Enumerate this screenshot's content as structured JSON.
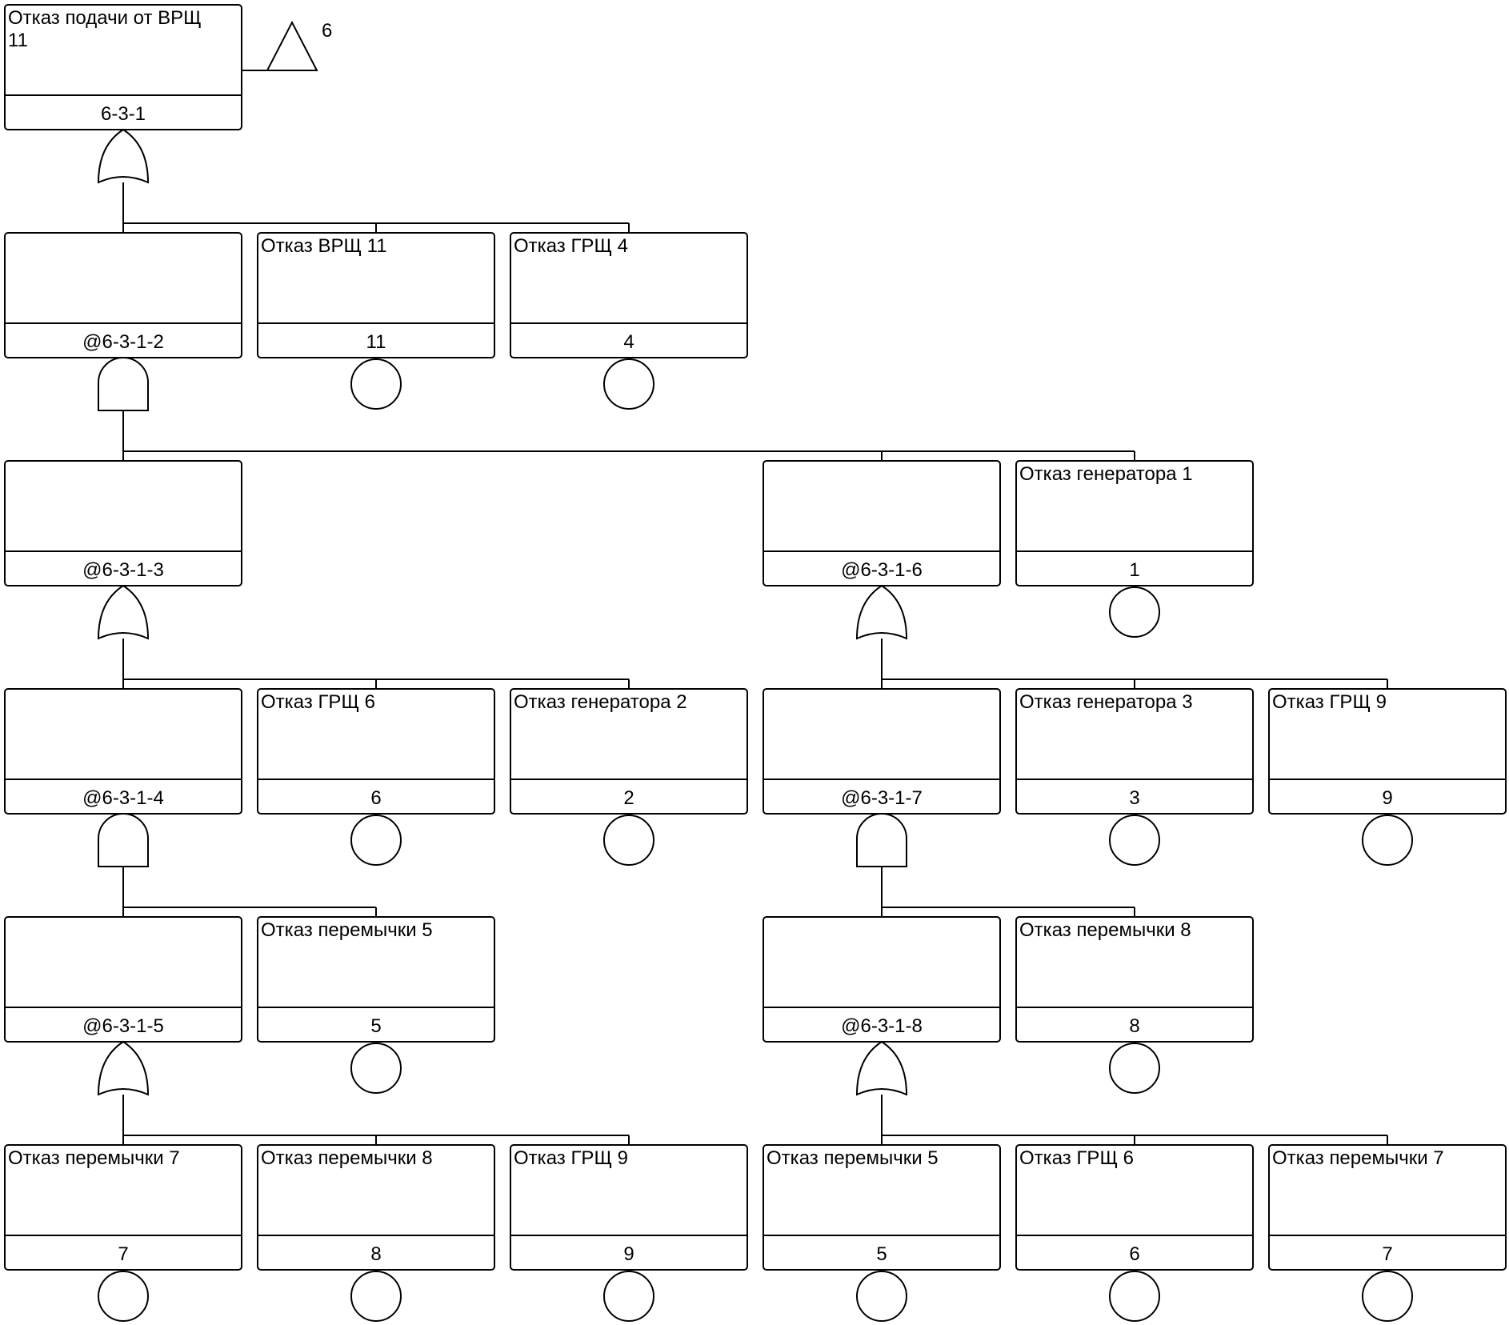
{
  "events": {
    "top": {
      "description": [
        "Отказ подачи от ВРЩ",
        "11"
      ],
      "id": "6-3-1",
      "transfer": "6"
    },
    "g2": {
      "description": [],
      "id": "@6-3-1-2"
    },
    "e11a": {
      "description": [
        "Отказ ВРЩ 11"
      ],
      "id": "11"
    },
    "e4": {
      "description": [
        "Отказ ГРЩ 4"
      ],
      "id": "4"
    },
    "g3": {
      "description": [],
      "id": "@6-3-1-3"
    },
    "g6": {
      "description": [],
      "id": "@6-3-1-6"
    },
    "e1": {
      "description": [
        "Отказ генератора 1"
      ],
      "id": "1"
    },
    "g4": {
      "description": [],
      "id": "@6-3-1-4"
    },
    "e6a": {
      "description": [
        "Отказ ГРЩ 6"
      ],
      "id": "6"
    },
    "e2": {
      "description": [
        "Отказ генератора 2"
      ],
      "id": "2"
    },
    "g7": {
      "description": [],
      "id": "@6-3-1-7"
    },
    "e3": {
      "description": [
        "Отказ генератора 3"
      ],
      "id": "3"
    },
    "e9a": {
      "description": [
        "Отказ ГРЩ 9"
      ],
      "id": "9"
    },
    "g5": {
      "description": [],
      "id": "@6-3-1-5"
    },
    "e5a": {
      "description": [
        "Отказ перемычки 5"
      ],
      "id": "5"
    },
    "g8": {
      "description": [],
      "id": "@6-3-1-8"
    },
    "e8a": {
      "description": [
        "Отказ перемычки 8"
      ],
      "id": "8"
    },
    "e7a": {
      "description": [
        "Отказ перемычки 7"
      ],
      "id": "7"
    },
    "e8b": {
      "description": [
        "Отказ перемычки 8"
      ],
      "id": "8"
    },
    "e9b": {
      "description": [
        "Отказ ГРЩ 9"
      ],
      "id": "9"
    },
    "e5b": {
      "description": [
        "Отказ перемычки 5"
      ],
      "id": "5"
    },
    "e6b": {
      "description": [
        "Отказ ГРЩ 6"
      ],
      "id": "6"
    },
    "e7b": {
      "description": [
        "Отказ перемычки 7"
      ],
      "id": "7"
    }
  },
  "gates": {
    "top": "OR",
    "g2": "AND",
    "g3": "OR",
    "g6": "OR",
    "g4": "AND",
    "g7": "AND",
    "g5": "OR",
    "g8": "OR"
  },
  "tree": {
    "top": [
      "g2",
      "e11a",
      "e4"
    ],
    "g2": [
      "g3",
      "g6",
      "e1"
    ],
    "g3": [
      "g4",
      "e6a",
      "e2"
    ],
    "g6": [
      "g7",
      "e3",
      "e9a"
    ],
    "g4": [
      "g5",
      "e5a"
    ],
    "g7": [
      "g8",
      "e8a"
    ],
    "g5": [
      "e7a",
      "e8b",
      "e9b"
    ],
    "g8": [
      "e5b",
      "e6b",
      "e7b"
    ]
  },
  "basic_events": [
    "e11a",
    "e4",
    "e1",
    "e6a",
    "e2",
    "e3",
    "e9a",
    "e5a",
    "e8a",
    "e7a",
    "e8b",
    "e9b",
    "e5b",
    "e6b",
    "e7b"
  ]
}
